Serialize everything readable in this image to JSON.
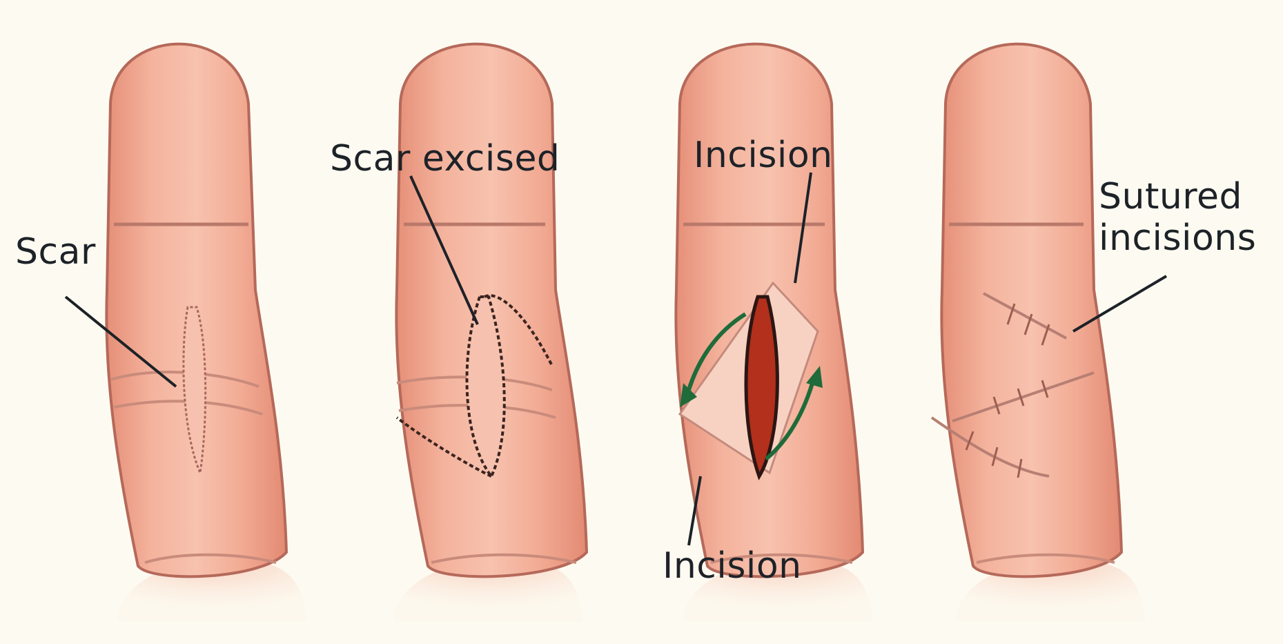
{
  "labels": {
    "scar": "Scar",
    "scar_excised": "Scar excised",
    "incision_top": "Incision",
    "incision_bottom": "Incision",
    "sutured_line1": "Sutured",
    "sutured_line2": "incisions"
  },
  "colors": {
    "background": "#fdfbf1",
    "skin": "#efa48c",
    "skin_highlight": "#f8c6b2",
    "skin_outline": "#b5695a",
    "crease": "#b9796a",
    "wound": "#b2301c",
    "arrow": "#1f6b3a",
    "leader_line": "#1d2228"
  },
  "icons": [
    "finger-illustration",
    "dashed-incision-outline",
    "curved-arrow",
    "suture-mark"
  ]
}
